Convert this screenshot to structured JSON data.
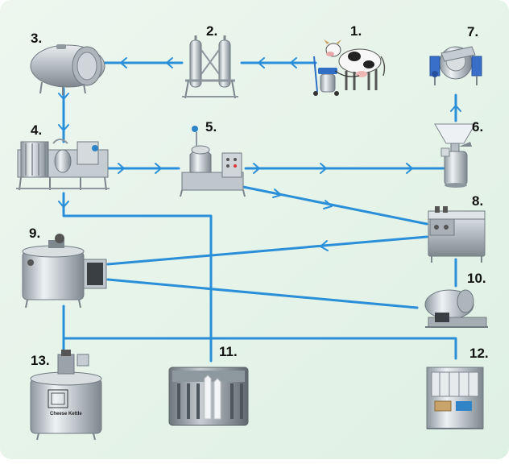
{
  "diagram": {
    "colors": {
      "pipe": "#2a8fd8",
      "background": "#e6f3ea",
      "steel": "#c9d0d5",
      "label": "#111111"
    },
    "steps": [
      {
        "id": "1",
        "label": "1.",
        "icon": "cow-milking-machine-icon"
      },
      {
        "id": "2",
        "label": "2.",
        "icon": "duplex-filter-icon"
      },
      {
        "id": "3",
        "label": "3.",
        "icon": "horizontal-storage-tank-icon"
      },
      {
        "id": "4",
        "label": "4.",
        "icon": "pasteurizer-icon"
      },
      {
        "id": "5",
        "label": "5.",
        "icon": "cream-separator-icon"
      },
      {
        "id": "6",
        "label": "6.",
        "icon": "milk-separator-icon"
      },
      {
        "id": "7",
        "label": "7.",
        "icon": "tilting-kettle-icon"
      },
      {
        "id": "8",
        "label": "8.",
        "icon": "homogenizer-icon"
      },
      {
        "id": "9",
        "label": "9.",
        "icon": "fermentation-tank-icon"
      },
      {
        "id": "10",
        "label": "10.",
        "icon": "butter-churn-icon"
      },
      {
        "id": "11",
        "label": "11.",
        "icon": "bottle-filling-machine-icon"
      },
      {
        "id": "12",
        "label": "12.",
        "icon": "packaging-machine-icon"
      },
      {
        "id": "13",
        "label": "13.",
        "icon": "cheese-kettle-icon"
      }
    ],
    "cheese_kettle_text": "Cheese Kettle"
  }
}
